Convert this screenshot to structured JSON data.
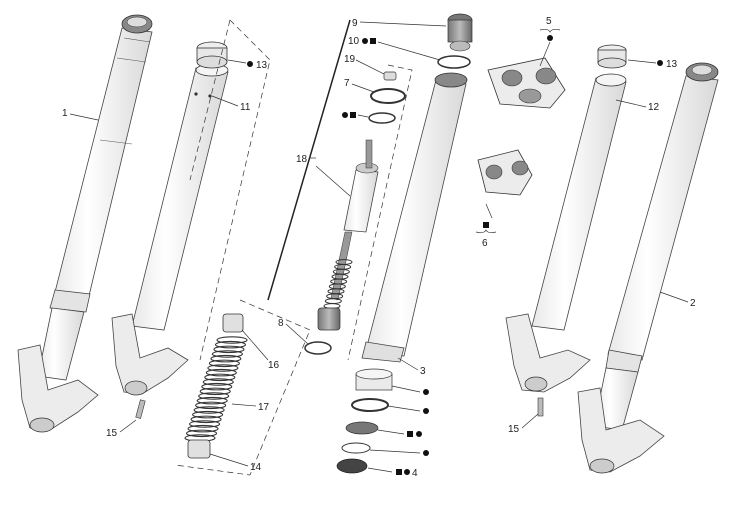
{
  "diagram": {
    "type": "exploded-parts-diagram",
    "subject": "motorcycle front fork assembly",
    "colors": {
      "line": "#333333",
      "fill": "#f2f2f2",
      "shade": "#cfcfcf",
      "dark": "#555555"
    },
    "callouts": {
      "c1": "1",
      "c2": "2",
      "c3": "3",
      "c4": "4",
      "c5": "5",
      "c6": "6",
      "c7": "7",
      "c8": "8",
      "c9": "9",
      "c10": "10",
      "c11": "11",
      "c12": "12",
      "c13a": "13",
      "c13b": "13",
      "c14": "14",
      "c15a": "15",
      "c15b": "15",
      "c16": "16",
      "c17": "17",
      "c18": "18",
      "c19": "19"
    },
    "legend_symbols": [
      "dot",
      "square"
    ]
  }
}
